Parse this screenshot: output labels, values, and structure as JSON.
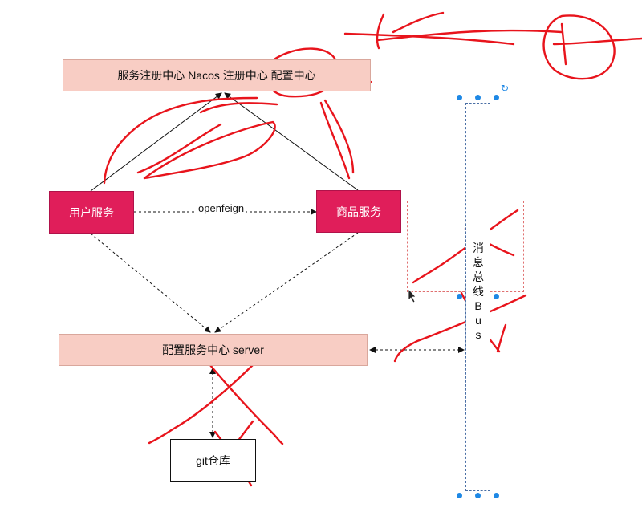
{
  "diagram": {
    "nodes": {
      "nacos": "服务注册中心 Nacos 注册中心  配置中心",
      "user_service": "用户服务",
      "goods_service": "商品服务",
      "config_server": "配置服务中心 server",
      "git_repo": "git仓库",
      "message_bus": [
        "消",
        "息",
        "总",
        "线",
        "B",
        "u",
        "s"
      ]
    },
    "edges": {
      "openfeign": "openfeign"
    }
  },
  "colors": {
    "service_fill": "#e01e5a",
    "center_fill": "#f8cdc4",
    "annotation_ink": "#e8141c",
    "selection_handle": "#1e88e5"
  }
}
